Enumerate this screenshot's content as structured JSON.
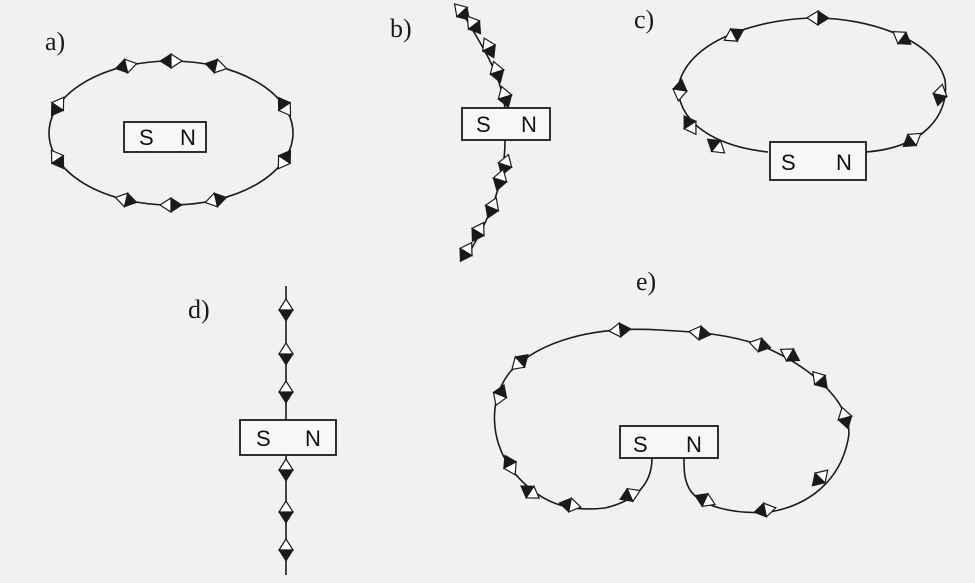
{
  "panels": {
    "a": {
      "label": "a)",
      "magnet": {
        "south": "S",
        "north": "N"
      }
    },
    "b": {
      "label": "b)",
      "magnet": {
        "south": "S",
        "north": "N"
      }
    },
    "c": {
      "label": "c)",
      "magnet": {
        "south": "S",
        "north": "N"
      }
    },
    "d": {
      "label": "d)",
      "magnet": {
        "south": "S",
        "north": "N"
      }
    },
    "e": {
      "label": "e)",
      "magnet": {
        "south": "S",
        "north": "N"
      }
    }
  },
  "colors": {
    "ink": "#1a1a1a",
    "paper": "#f1f1ef",
    "north_shade": "#d6d6d4"
  },
  "icons": {
    "compass_needle": "compass-needle-icon"
  }
}
